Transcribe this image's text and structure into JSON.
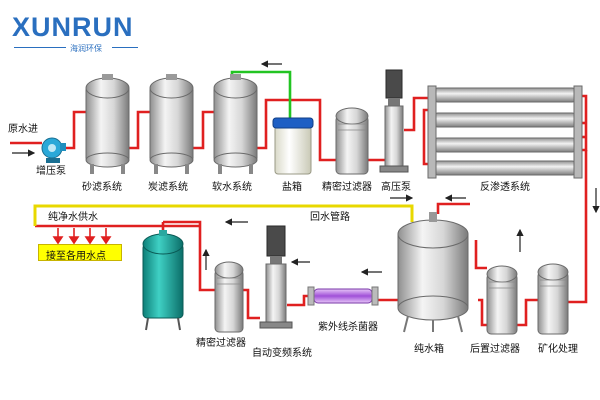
{
  "logo": {
    "brand": "XUNRUN",
    "subtitle": "海润环保"
  },
  "labels": {
    "raw_water_in": "原水进",
    "booster_pump": "增压泵",
    "sand_filter": "砂滤系统",
    "carbon_filter": "炭滤系统",
    "softener": "软水系统",
    "salt_tank": "盐箱",
    "precision_filter_top": "精密过滤器",
    "high_pressure_pump": "高压泵",
    "ro_system": "反渗透系统",
    "pure_water_supply": "纯净水供水",
    "return_pipe": "回水管路",
    "use_points": "接至各用水点",
    "precision_filter_bottom": "精密过滤器",
    "auto_vfd": "自动变频系统",
    "uv_sterilizer": "紫外线杀菌器",
    "pure_water_tank": "纯水箱",
    "post_filter": "后置过滤器",
    "mineralization": "矿化处理"
  },
  "colors": {
    "pipe_main": "#e02020",
    "pipe_brine": "#22c422",
    "pipe_supply": "#e8d800",
    "tank_steel": "#c8c8c8",
    "tank_teal": "#1fb4a8",
    "pump_blue": "#2aa8d8",
    "uv_purple": "#b06adc",
    "brand_blue": "#2a6fbf"
  }
}
